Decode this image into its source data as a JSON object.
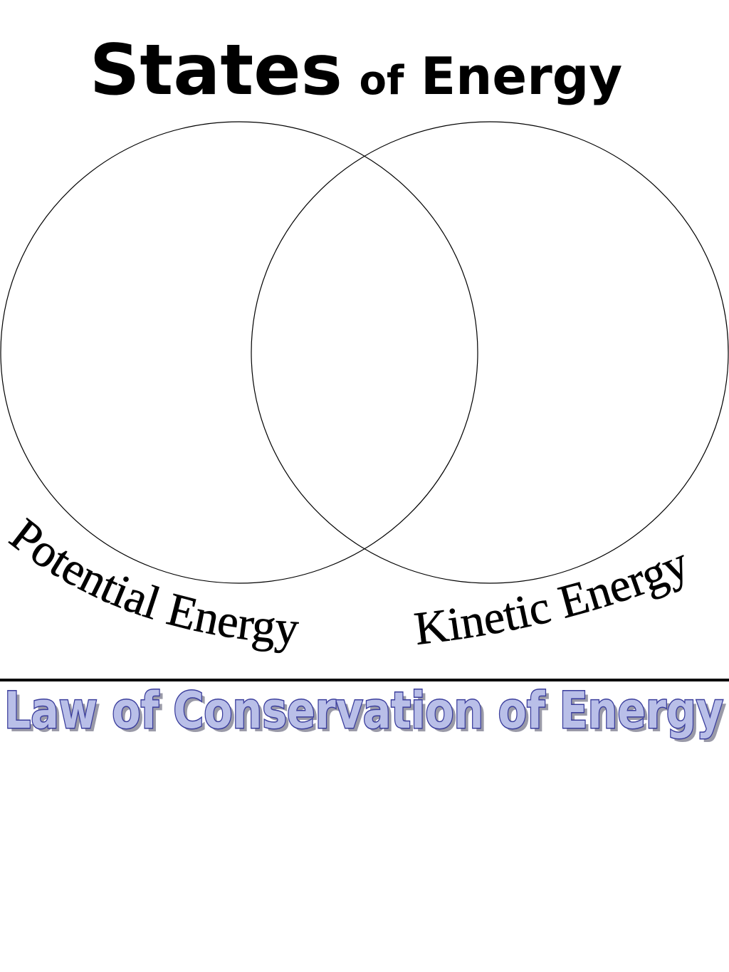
{
  "title": {
    "part1": "States",
    "part2": "of",
    "part3": "Energy"
  },
  "circles": {
    "left_label": "Potential Energy",
    "right_label": "Kinetic Energy"
  },
  "law": {
    "text": "Law of Conservation of Energy",
    "fill_color": "#b9bfe8",
    "outline_color": "#3a3d9c",
    "shadow_color": "#9a9aa8"
  }
}
